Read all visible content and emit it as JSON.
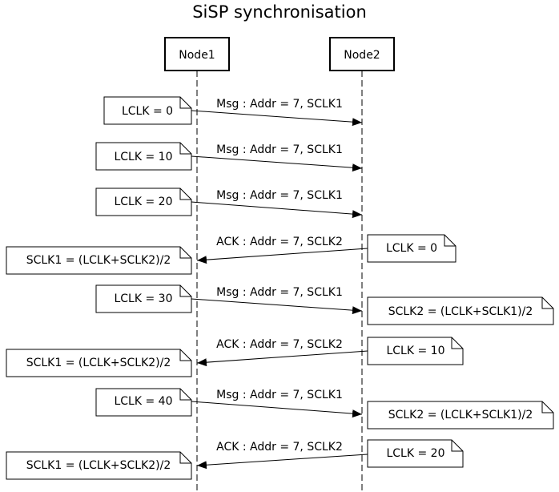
{
  "diagram": {
    "title": "SiSP synchronisation",
    "participants": [
      {
        "id": "node1",
        "label": "Node1"
      },
      {
        "id": "node2",
        "label": "Node2"
      }
    ],
    "messages": [
      {
        "from": "node1",
        "to": "node2",
        "label": "Msg : Addr = 7, SCLK1"
      },
      {
        "from": "node1",
        "to": "node2",
        "label": "Msg : Addr = 7, SCLK1"
      },
      {
        "from": "node1",
        "to": "node2",
        "label": "Msg : Addr = 7, SCLK1"
      },
      {
        "from": "node2",
        "to": "node1",
        "label": "ACK : Addr = 7, SCLK2"
      },
      {
        "from": "node1",
        "to": "node2",
        "label": "Msg : Addr = 7, SCLK1"
      },
      {
        "from": "node2",
        "to": "node1",
        "label": "ACK : Addr = 7, SCLK2"
      },
      {
        "from": "node1",
        "to": "node2",
        "label": "Msg : Addr = 7, SCLK1"
      },
      {
        "from": "node2",
        "to": "node1",
        "label": "ACK : Addr = 7, SCLK2"
      }
    ],
    "notes": [
      {
        "text": "LCLK = 0"
      },
      {
        "text": "LCLK = 10"
      },
      {
        "text": "LCLK = 20"
      },
      {
        "text": "SCLK1 = (LCLK+SCLK2)/2"
      },
      {
        "text": "LCLK = 0"
      },
      {
        "text": "LCLK = 30"
      },
      {
        "text": "SCLK2 = (LCLK+SCLK1)/2"
      },
      {
        "text": "SCLK1 = (LCLK+SCLK2)/2"
      },
      {
        "text": "LCLK = 10"
      },
      {
        "text": "LCLK = 40"
      },
      {
        "text": "SCLK2 = (LCLK+SCLK1)/2"
      },
      {
        "text": "SCLK1 = (LCLK+SCLK2)/2"
      },
      {
        "text": "LCLK = 20"
      }
    ]
  }
}
